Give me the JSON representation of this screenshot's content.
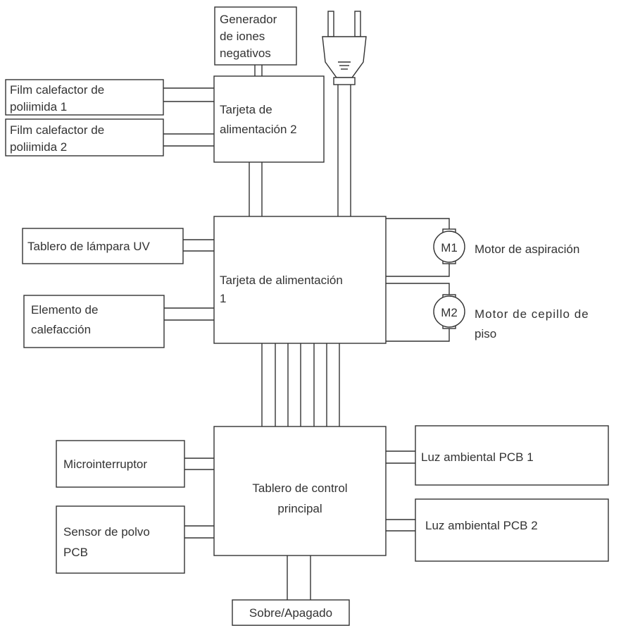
{
  "blocks": {
    "ion_generator": [
      "Generador",
      "de iones",
      "negativos"
    ],
    "heater_film_1": [
      "Film calefactor de",
      "poliimida 1"
    ],
    "heater_film_2": [
      "Film calefactor de",
      "poliimida 2"
    ],
    "power_board_2": [
      "Tarjeta de",
      "alimentación 2"
    ],
    "power_board_1": [
      "Tarjeta de alimentación",
      "1"
    ],
    "uv_lamp_board": [
      "Tablero de lámpara UV"
    ],
    "heating_element": [
      "Elemento de",
      "calefacción"
    ],
    "main_control_board": [
      "Tablero de control",
      "principal"
    ],
    "microswitch": [
      "Microinterruptor"
    ],
    "dust_sensor_pcb": [
      "Sensor de polvo",
      "PCB"
    ],
    "ambient_light_pcb_1": [
      "Luz ambiental PCB 1"
    ],
    "ambient_light_pcb_2": [
      "Luz ambiental PCB 2"
    ],
    "on_off": [
      "Sobre/Apagado"
    ]
  },
  "motors": {
    "suction": {
      "symbol": "M1",
      "label": [
        "Motor de aspiración"
      ]
    },
    "floor_brush": {
      "symbol": "M2",
      "label": [
        "Motor de cepillo de",
        "piso"
      ]
    }
  }
}
